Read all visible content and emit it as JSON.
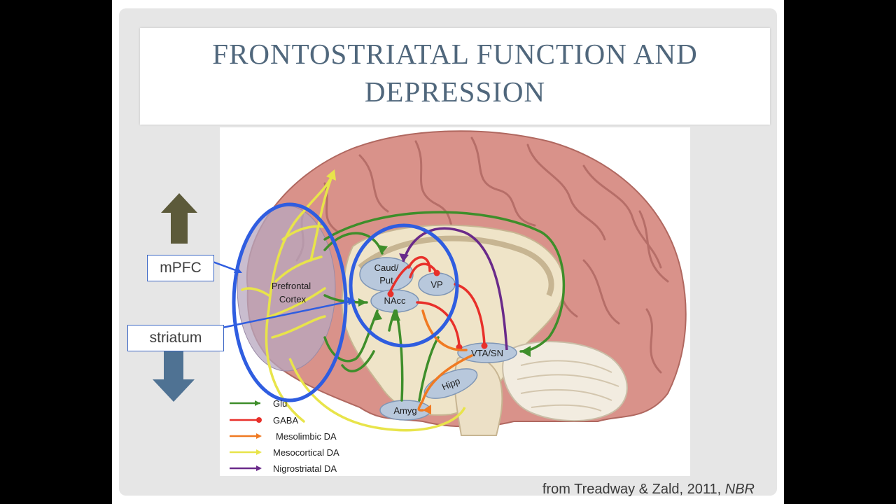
{
  "slide": {
    "title_line1": "FRONTOSTRIATAL FUNCTION AND",
    "title_line2": "DEPRESSION",
    "citation_prefix": "from Treadway & Zald, 2011, ",
    "citation_journal": "NBR"
  },
  "callouts": {
    "mpfc": "mPFC",
    "striatum": "striatum",
    "up_arrow_color": "#5c5a3a",
    "down_arrow_color": "#4f7293"
  },
  "diagram": {
    "regions": {
      "prefrontal_line1": "Prefrontal",
      "prefrontal_line2": "Cortex",
      "caud_line1": "Caud/",
      "caud_line2": "Put",
      "nacc": "NAcc",
      "vp": "VP",
      "vta": "VTA/SN",
      "hipp": "Hipp",
      "amyg": "Amyg"
    },
    "legend": [
      {
        "label": "Glu",
        "color": "#3e8e2a"
      },
      {
        "label": "GABA",
        "color": "#e8302a"
      },
      {
        "label": "Mesolimbic DA",
        "color": "#f07a22"
      },
      {
        "label": "Mesocortical DA",
        "color": "#e8e44a"
      },
      {
        "label": "Nigrostriatal DA",
        "color": "#6a2a8a"
      }
    ],
    "colors": {
      "brain": "#d9928a",
      "brain_dark": "#b06860",
      "highlight_ring": "#2f5de0"
    }
  }
}
